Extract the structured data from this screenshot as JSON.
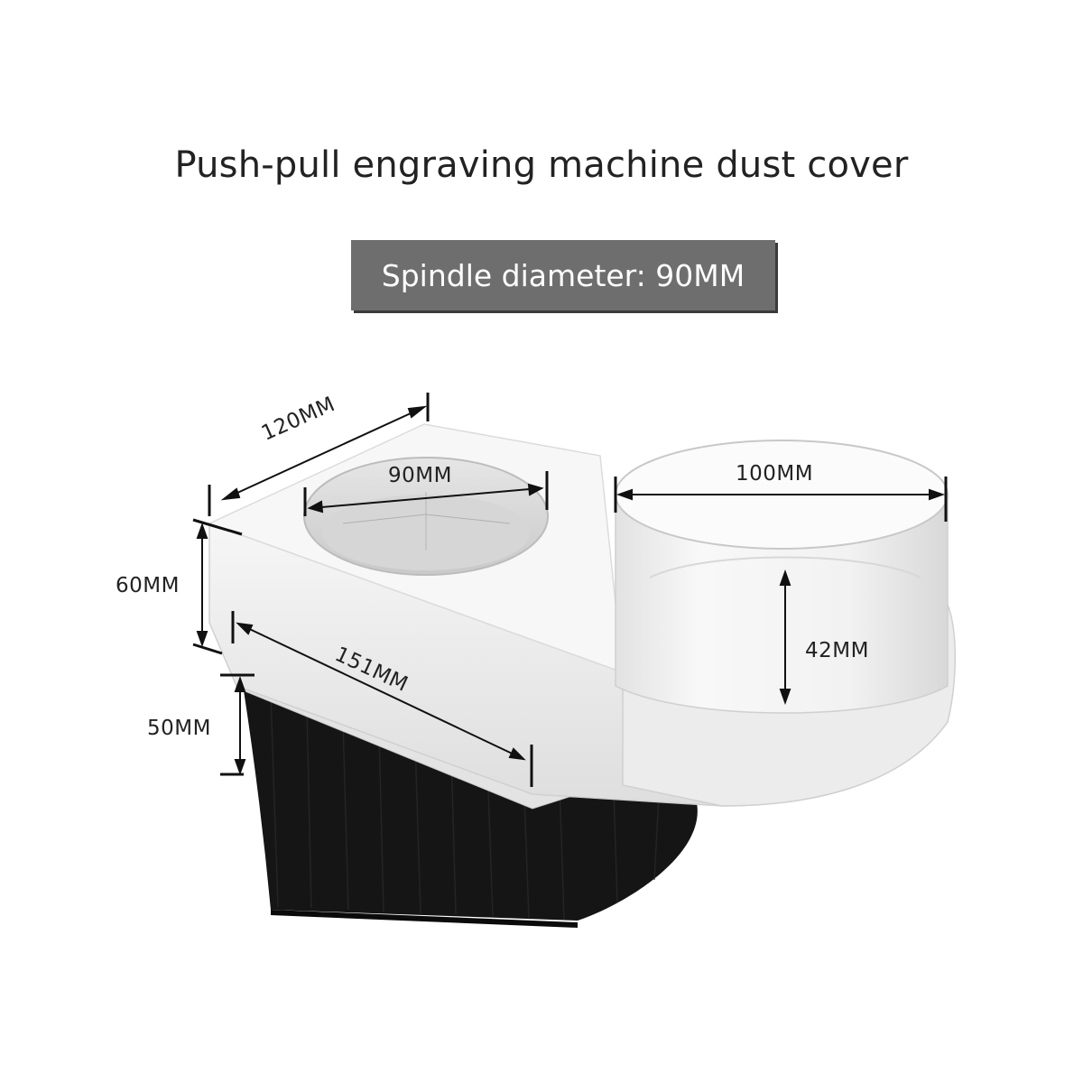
{
  "header": {
    "title": "Push-pull engraving machine dust cover",
    "spec": "Spindle diameter: 90MM"
  },
  "dimensions": {
    "depth": "120MM",
    "spindle_hole": "90MM",
    "outlet_diameter": "100MM",
    "body_height": "60MM",
    "length": "151MM",
    "outlet_height": "42MM",
    "brush_height": "50MM"
  },
  "colors": {
    "body": "#f0f0f0",
    "brush": "#141414",
    "badge": "#6e6e6e"
  }
}
